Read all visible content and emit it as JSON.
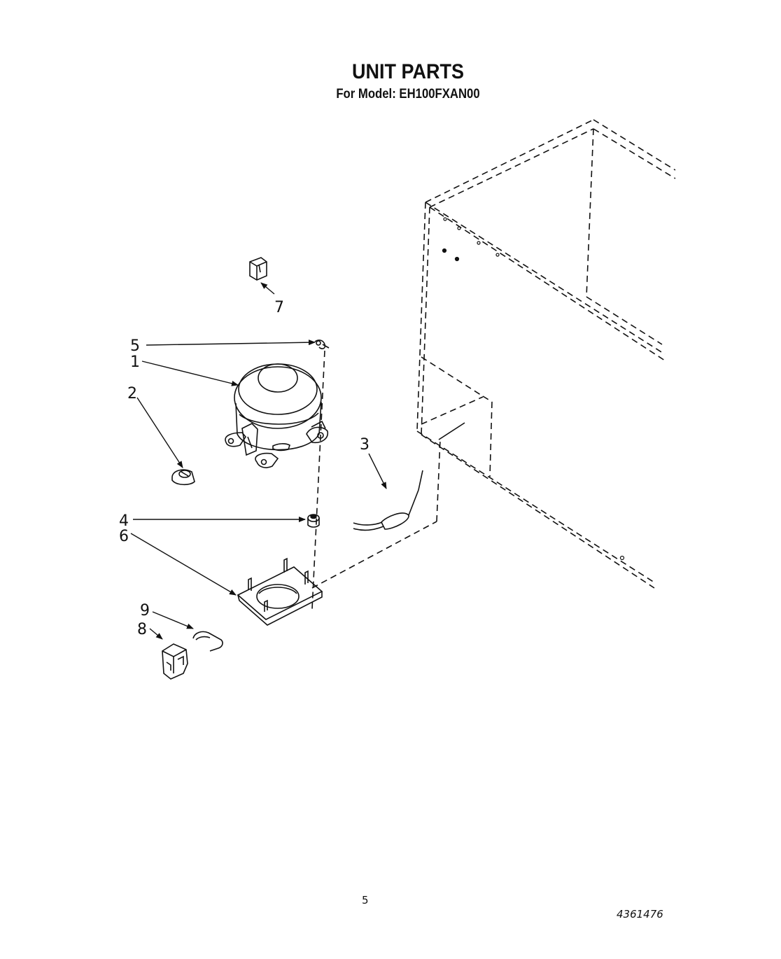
{
  "header": {
    "title": "UNIT PARTS",
    "subtitle": "For Model: EH100FXAN00"
  },
  "callouts": {
    "c1": "1",
    "c2": "2",
    "c3": "3",
    "c4": "4",
    "c5": "5",
    "c6": "6",
    "c7": "7",
    "c8": "8",
    "c9": "9"
  },
  "footer": {
    "page_number": "5",
    "document_number": "4361476"
  },
  "colors": {
    "ink": "#111111",
    "paper": "#ffffff"
  }
}
